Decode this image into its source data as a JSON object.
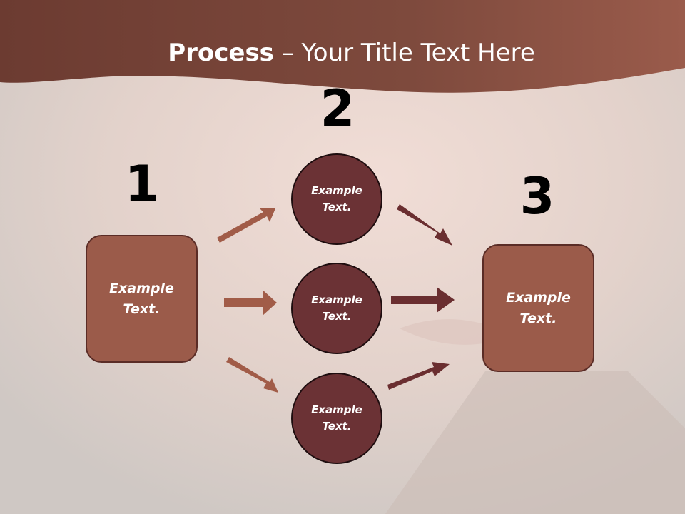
{
  "slide": {
    "title_bold": "Process",
    "title_rest": " – Your Title Text Here"
  },
  "steps": {
    "step1": {
      "number": "1",
      "text": "Example\nText."
    },
    "step2": {
      "number": "2"
    },
    "step3": {
      "number": "3",
      "text": "Example\nText."
    }
  },
  "circles": [
    {
      "text": "Example\nText."
    },
    {
      "text": "Example\nText."
    },
    {
      "text": "Example\nText."
    }
  ],
  "colors": {
    "header_band": "#7d4a3d",
    "box_fill": "#9b5b4a",
    "circle_fill": "#6b3235",
    "arrow_light": "#a15c48",
    "arrow_dark": "#6a2e30"
  }
}
